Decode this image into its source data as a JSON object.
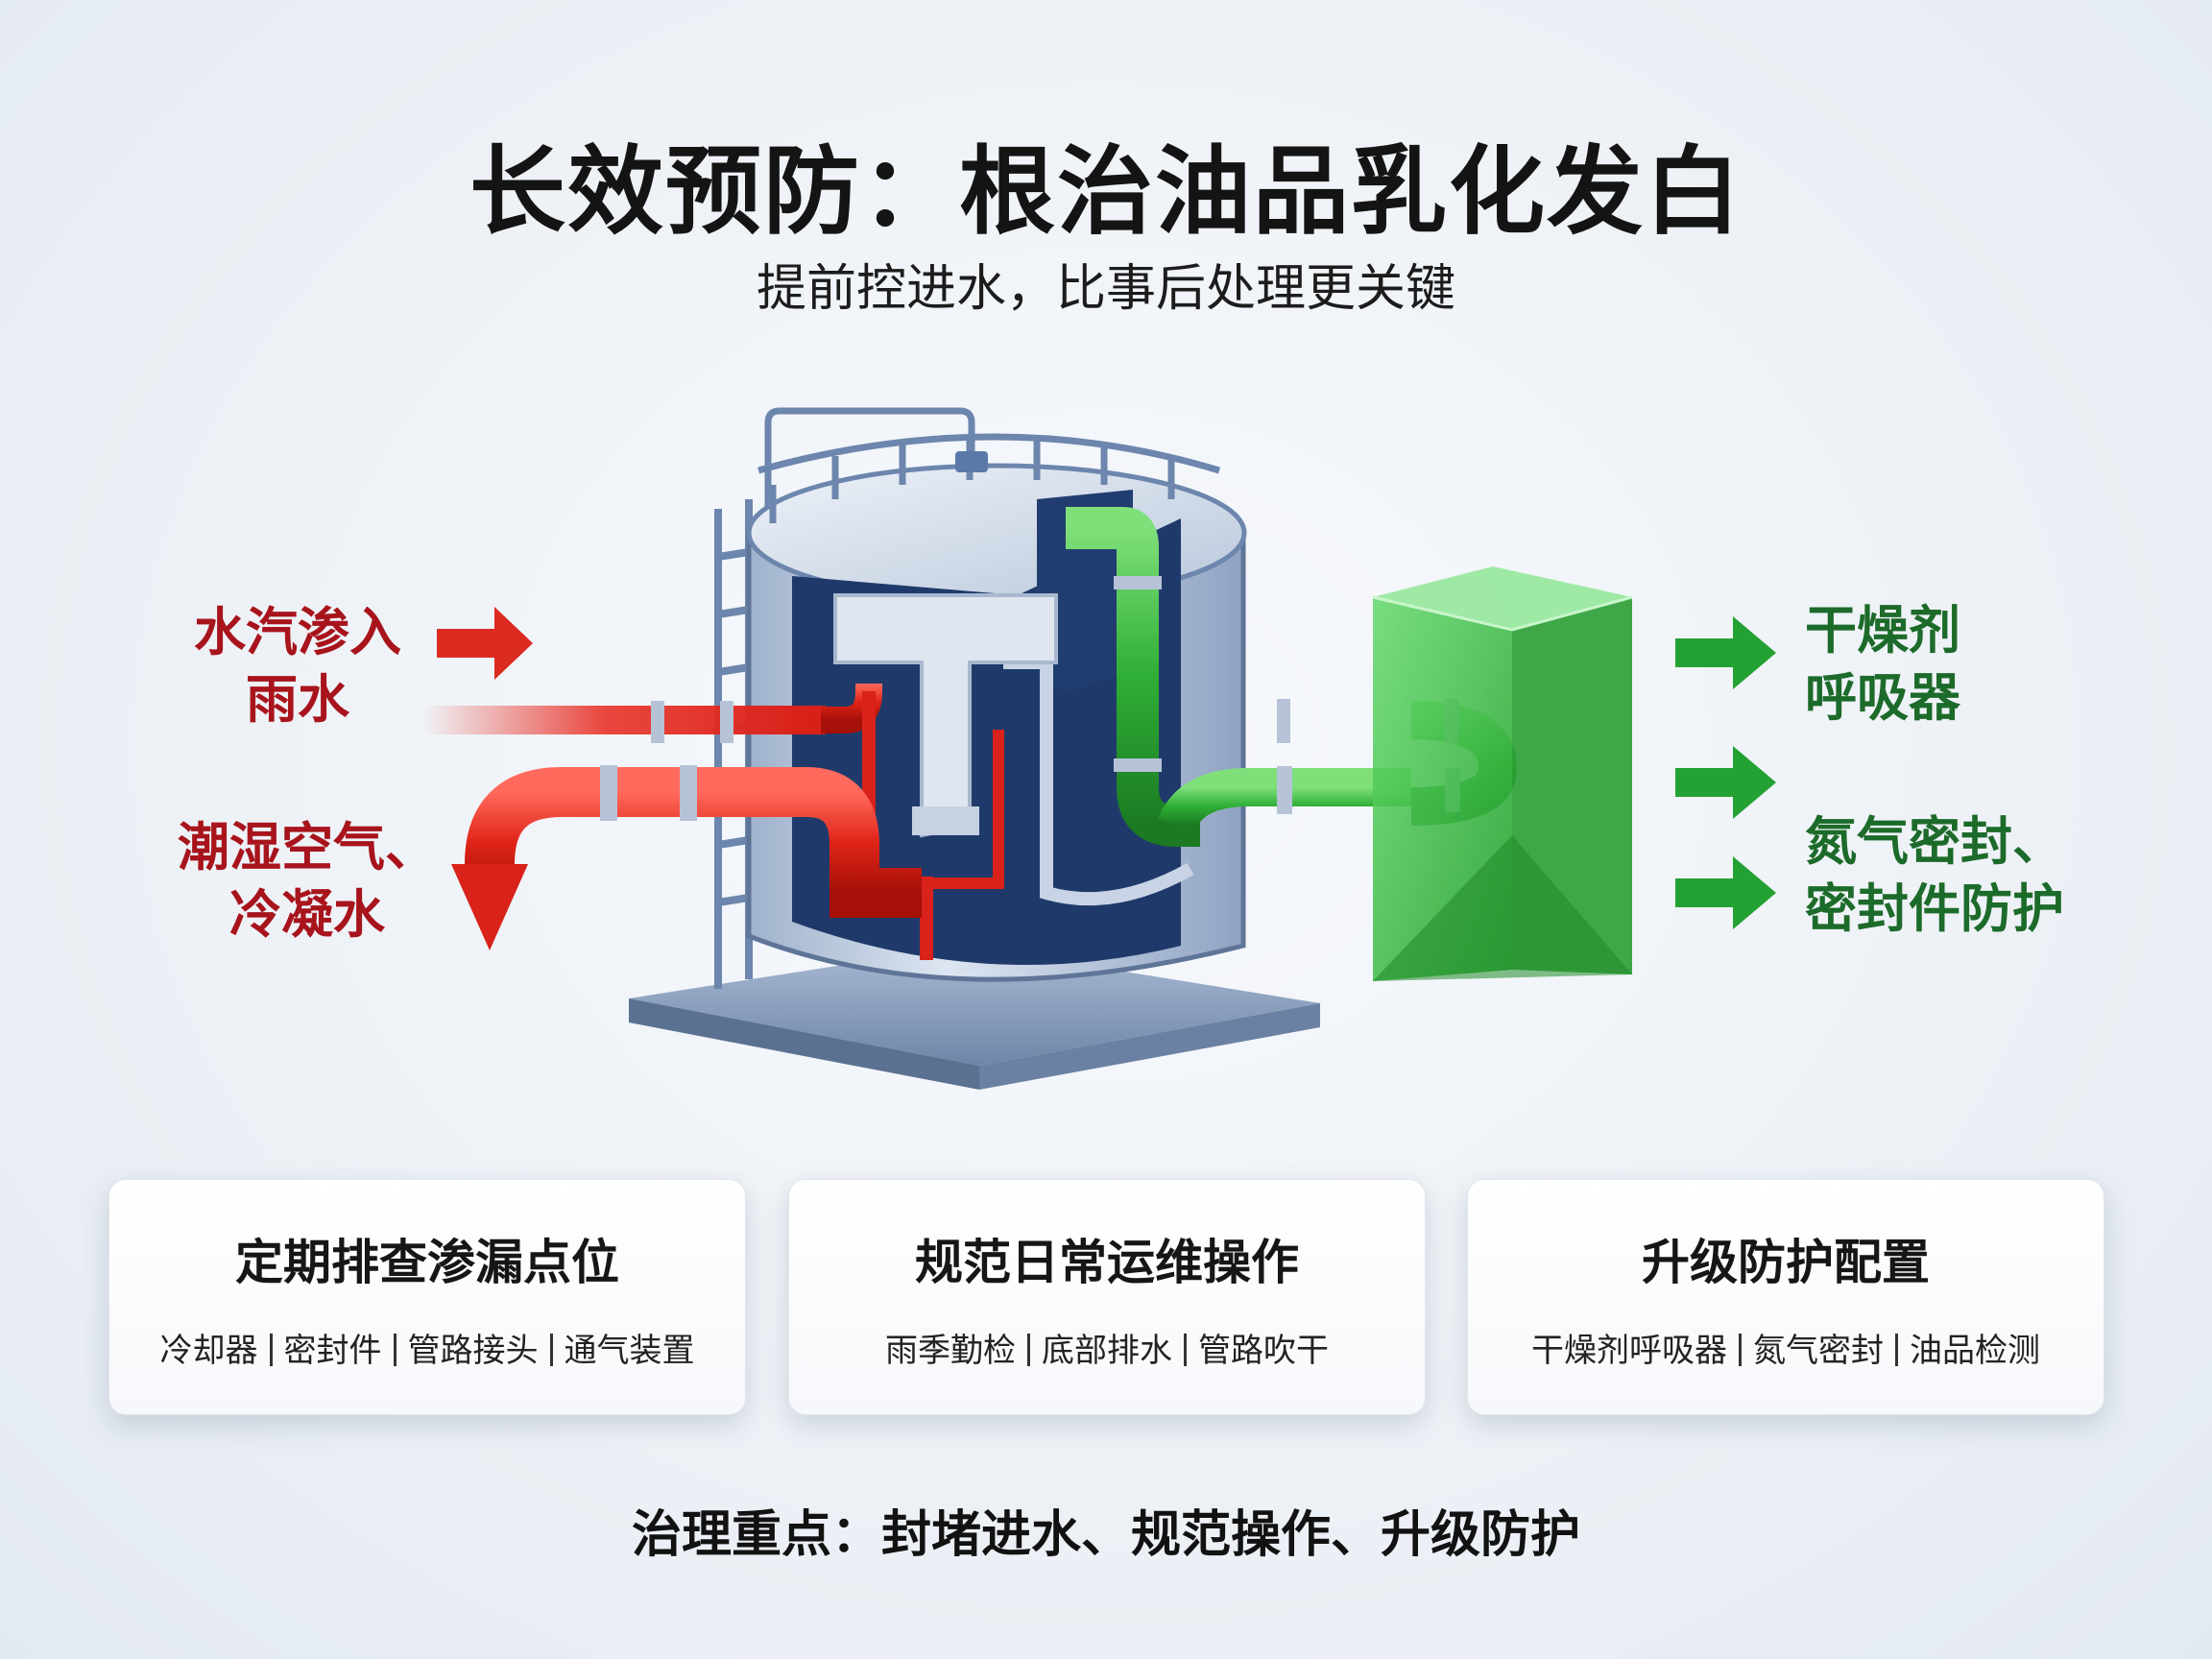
{
  "header": {
    "title": "长效预防：根治油品乳化发白",
    "subtitle": "提前控进水，比事后处理更关键"
  },
  "sources": {
    "line1": "水汽渗入",
    "line2": "雨水",
    "line3": "潮湿空气、",
    "line4": "冷凝水",
    "color": "#a8141c"
  },
  "protections": {
    "line1": "干燥剂",
    "line2": "呼吸器",
    "line3": "氮气密封、",
    "line4": "密封件防护",
    "color": "#1d6b2a"
  },
  "cards": [
    {
      "title": "定期排查渗漏点位",
      "items": [
        "冷却器",
        "密封件",
        "管路接头",
        "通气装置"
      ]
    },
    {
      "title": "规范日常运维操作",
      "items": [
        "雨季勤检",
        "底部排水",
        "管路吹干"
      ]
    },
    {
      "title": "升级防护配置",
      "items": [
        "干燥剂呼吸器",
        "氮气密封",
        "油品检测"
      ]
    }
  ],
  "footer": "治理重点：封堵进水、规范操作、升级防护"
}
